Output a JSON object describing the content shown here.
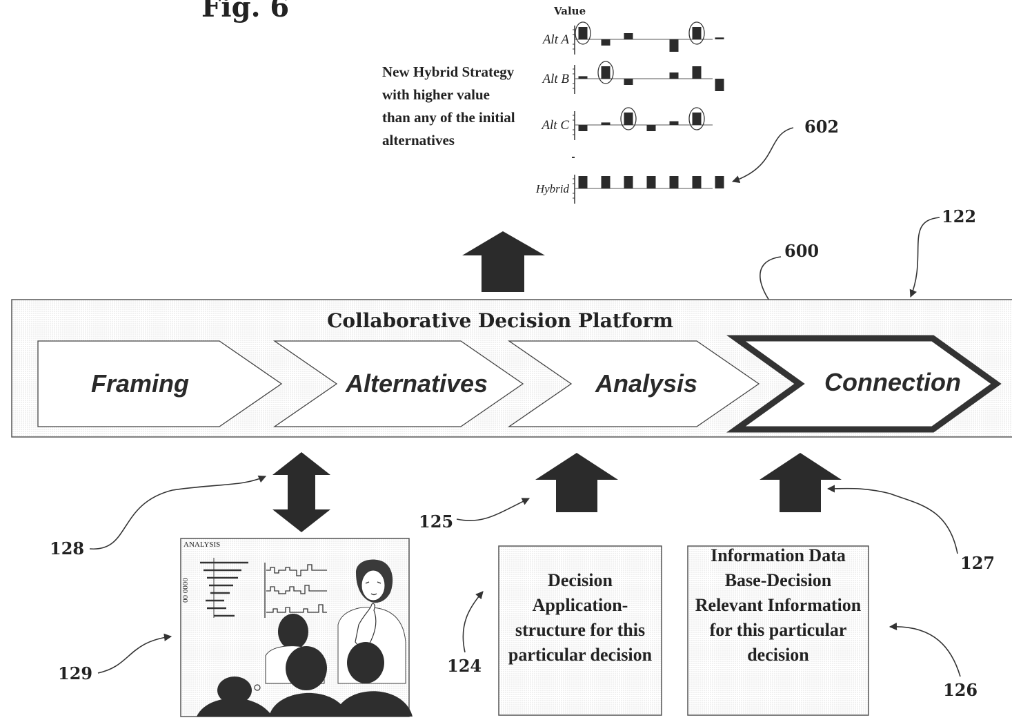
{
  "figure_title": "Fig. 6",
  "platform": {
    "title": "Collaborative Decision Platform",
    "steps": [
      {
        "label": "Framing",
        "highlighted": false
      },
      {
        "label": "Alternatives",
        "highlighted": false
      },
      {
        "label": "Analysis",
        "highlighted": false
      },
      {
        "label": "Connection",
        "highlighted": true
      }
    ]
  },
  "chart": {
    "axis_title": "Value",
    "rows": [
      {
        "label": "Alt A",
        "values": [
          2,
          -1,
          1,
          0,
          -2,
          2,
          0.3
        ],
        "circled": [
          0,
          5
        ]
      },
      {
        "label": "Alt B",
        "values": [
          0.4,
          2,
          -1,
          0,
          1,
          2,
          -2
        ],
        "circled": [
          1
        ]
      },
      {
        "label": "Alt C",
        "values": [
          -1,
          0.4,
          2,
          -1,
          0.6,
          2
        ],
        "circled": [
          2,
          5
        ]
      },
      {
        "label": "Hybrid",
        "values": [
          2,
          2,
          2,
          2,
          2,
          2,
          2
        ],
        "circled": []
      }
    ],
    "note": "New Hybrid Strategy with higher value than any of the initial alternatives"
  },
  "boxes": {
    "app": "Decision Application-structure for this particular decision",
    "info": "Information Data Base-Decision Relevant Information for this particular decision"
  },
  "screen": {
    "title": "ANALYSIS"
  },
  "refs": {
    "r602": "602",
    "r122": "122",
    "r600": "600",
    "r128": "128",
    "r125": "125",
    "r127": "127",
    "r129": "129",
    "r124": "124",
    "r126": "126"
  },
  "colors": {
    "ink": "#222222",
    "arrow": "#2b2b2b",
    "frame": "#555555"
  }
}
